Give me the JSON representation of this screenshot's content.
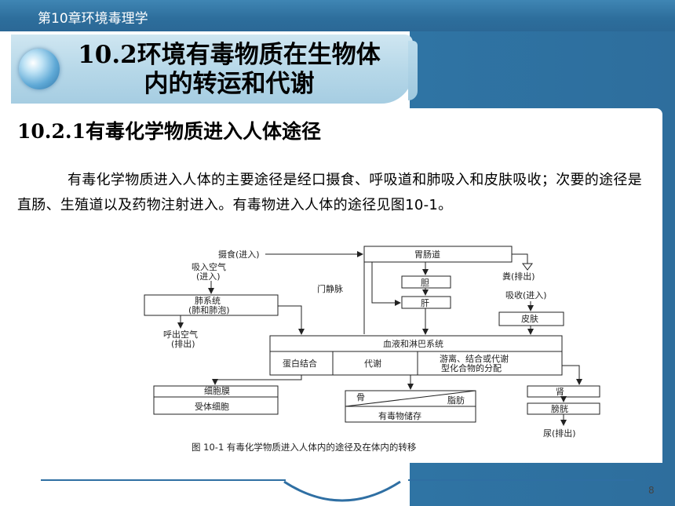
{
  "header": {
    "chapter": "第10章环境毒理学"
  },
  "slide": {
    "title_line1": "10.2环境有毒物质在生物体",
    "title_line2": "内的转运和代谢",
    "section": "10.2.1有毒化学物质进入人体途径",
    "paragraph": "有毒化学物质进入人体的主要途径是经口摄食、呼吸道和肺吸入和皮肤吸收；次要的途径是直肠、生殖道以及药物注射进入。有毒物进入人体的途径见图10-1。",
    "page_number": "8"
  },
  "figure": {
    "ingest": "摄食(进入)",
    "gi_tract": "胃肠道",
    "feces": "粪(排出)",
    "inhale_1": "吸入空气",
    "inhale_2": "(进入)",
    "lung_1": "肺系统",
    "lung_2": "(肺和肺泡)",
    "exhale_1": "呼出空气",
    "exhale_2": "(排出)",
    "portal_vein": "门静脉",
    "gallbladder": "胆",
    "liver": "肝",
    "absorb": "吸收(进入)",
    "skin": "皮肤",
    "blood_lymph": "血液和淋巴系统",
    "protein_binding": "蛋白结合",
    "metabolism": "代谢",
    "distribution_1": "游离、结合或代谢",
    "distribution_2": "型化合物的分配",
    "membrane": "细胞膜",
    "receptor": "受体细胞",
    "bone": "骨",
    "fat": "脂肪",
    "storage": "有毒物储存",
    "kidney": "肾",
    "bladder": "膀胱",
    "urine": "尿(排出)",
    "caption": "图 10-1    有毒化学物质进入人体内的途径及在体内的转移"
  },
  "colors": {
    "theme_blue": "#2f74a4",
    "title_band": "#b5d7e8"
  }
}
